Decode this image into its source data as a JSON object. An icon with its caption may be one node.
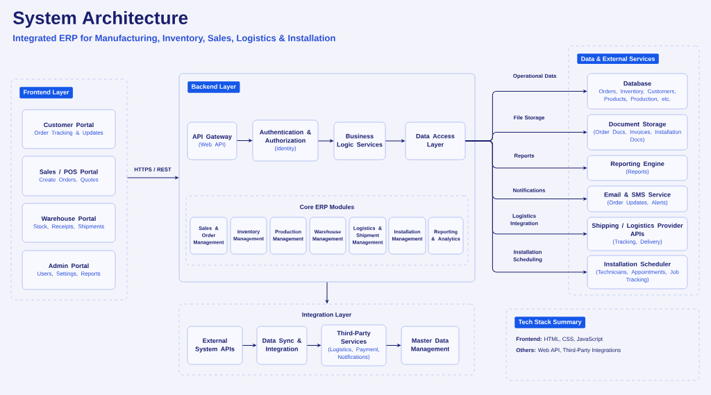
{
  "diagram": {
    "title": "System Architecture",
    "caption": "Integrated ERP for Manufacturing, Inventory, Sales, Logistics & Installation",
    "nodes": [
      {
        "text": [
          "Frontend Layer"
        ]
      },
      {
        "text": [
          "Customer Portal",
          "Order Tracking & Updates"
        ],
        "in": 0
      },
      {
        "text": [
          "Sales / POS Portal",
          "Create Orders, Quotes"
        ],
        "in": 0
      },
      {
        "text": [
          "Warehouse Portal",
          "Stock, Receipts, Shipments"
        ],
        "in": 0
      },
      {
        "text": [
          "Admin Portal",
          "Users, Settings, Reports"
        ],
        "in": 0
      },
      {
        "text": [
          "Backend Layer"
        ]
      },
      {
        "text": [
          "API Gateway",
          "(Web API)"
        ],
        "in": 5
      },
      {
        "text": [
          "Authentication & Authorization",
          "(Identity)"
        ],
        "in": 5
      },
      {
        "text": [
          "Business Logic Services"
        ],
        "in": 5
      },
      {
        "text": [
          "Data Access Layer"
        ],
        "in": 5
      },
      {
        "text": [
          "Core ERP Modules"
        ],
        "in": 5
      },
      {
        "text": [
          "Sales & Order Management"
        ],
        "in": 10
      },
      {
        "text": [
          "Inventory Management"
        ],
        "in": 10
      },
      {
        "text": [
          "Production Management"
        ],
        "in": 10
      },
      {
        "text": [
          "Warehouse Management"
        ],
        "in": 10
      },
      {
        "text": [
          "Logistics & Shipment Management"
        ],
        "in": 10
      },
      {
        "text": [
          "Installation Management"
        ],
        "in": 10
      },
      {
        "text": [
          "Reporting & Analytics"
        ],
        "in": 10
      },
      {
        "text": [
          "Data & External Services"
        ]
      },
      {
        "text": [
          "Database",
          "Orders, Inventory, Customers, Products, Production, etc."
        ],
        "in": 18
      },
      {
        "text": [
          "Document Storage",
          "(Order Docs, Invoices, Installation Docs)"
        ],
        "in": 18
      },
      {
        "text": [
          "Reporting Engine",
          "(Reports)"
        ],
        "in": 18
      },
      {
        "text": [
          "Email & SMS Service",
          "(Order Updates, Alerts)"
        ],
        "in": 18
      },
      {
        "text": [
          "Shipping / Logistics Provider APIs",
          "(Tracking, Delivery)"
        ],
        "in": 18
      },
      {
        "text": [
          "Installation Scheduler",
          "(Technicians, Appointments, Job Tracking)"
        ],
        "in": 18
      },
      {
        "text": [
          "Integration Layer"
        ]
      },
      {
        "text": [
          "External System APIs"
        ],
        "in": 25
      },
      {
        "text": [
          "Data Sync & Integration"
        ],
        "in": 25
      },
      {
        "text": [
          "Third-Party Services",
          "(Logistics, Payment, Notifications)"
        ],
        "in": 25
      },
      {
        "text": [
          "Master Data Management"
        ],
        "in": 25
      },
      {
        "text": [
          "Tech Stack Summary",
          "**Frontend:** HTML, CSS, JavaScript",
          "**Others:** Web API, Third-Party Integrations"
        ]
      }
    ],
    "edges": [
      {
        "from": 0,
        "to": 5,
        "arrow": "to",
        "label": "HTTPS / REST"
      },
      {
        "from": 6,
        "to": 7,
        "arrow": "to"
      },
      {
        "from": 7,
        "to": 8,
        "arrow": "to"
      },
      {
        "from": 8,
        "to": 9,
        "arrow": "to"
      },
      {
        "from": 9,
        "to": 19,
        "arrow": "to",
        "label": "Operational Data"
      },
      {
        "from": 9,
        "to": 20,
        "arrow": "to",
        "label": "File Storage"
      },
      {
        "from": 9,
        "to": 21,
        "arrow": "to",
        "label": "Reports"
      },
      {
        "from": 9,
        "to": 22,
        "arrow": "to",
        "label": "Notifications"
      },
      {
        "from": 9,
        "to": 23,
        "arrow": "to",
        "label": "Logistics Integration"
      },
      {
        "from": 9,
        "to": 24,
        "arrow": "to",
        "label": "Installation Scheduling"
      },
      {
        "from": 5,
        "to": 25,
        "arrow": "to"
      },
      {
        "from": 26,
        "to": 27,
        "arrow": "to"
      },
      {
        "from": 27,
        "to": 28,
        "arrow": "to"
      },
      {
        "from": 28,
        "to": 29,
        "arrow": "to"
      }
    ]
  }
}
